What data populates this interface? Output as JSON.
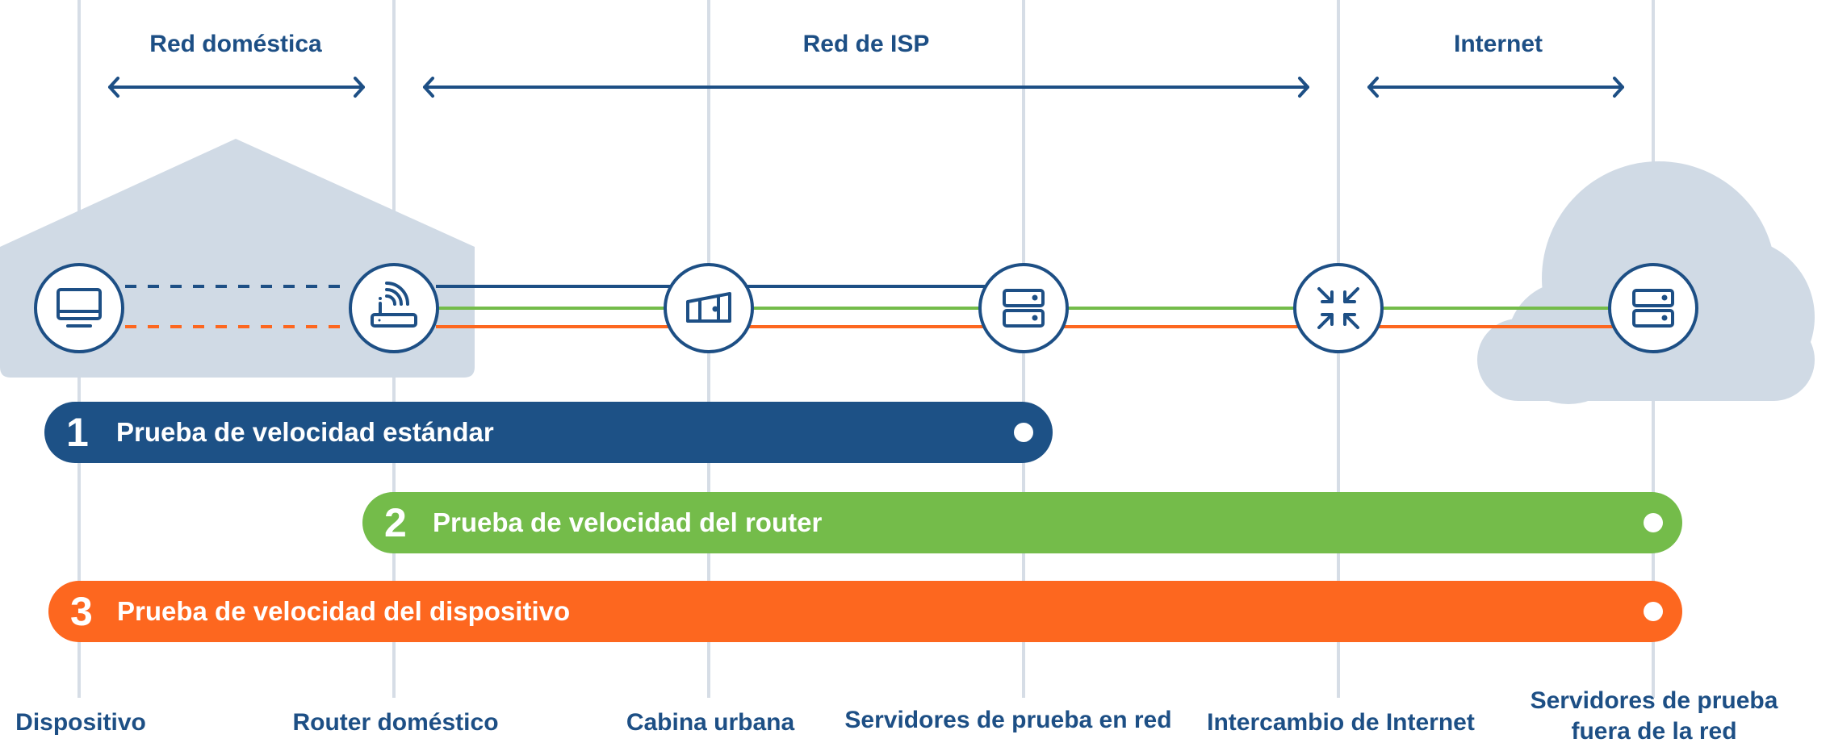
{
  "colors": {
    "navy": "#1d4f85",
    "green": "#74bc4a",
    "orange": "#fd671f",
    "shape_fill": "#d0dae5",
    "guide_line": "#d6dde6"
  },
  "segments": [
    {
      "label": "Red doméstica"
    },
    {
      "label": "Red de ISP"
    },
    {
      "label": "Internet"
    }
  ],
  "nodes": [
    {
      "label": "Dispositivo",
      "icon": "laptop-icon"
    },
    {
      "label": "Router doméstico",
      "icon": "router-icon"
    },
    {
      "label": "Cabina urbana",
      "icon": "street-cabinet-icon"
    },
    {
      "label": "Servidores de prueba en red",
      "icon": "server-icon"
    },
    {
      "label": "Intercambio de Internet",
      "icon": "exchange-arrows-icon"
    },
    {
      "label_line1": "Servidores de prueba",
      "label_line2": "fuera de la red",
      "icon": "server-icon"
    }
  ],
  "tests": [
    {
      "number": "1",
      "label": "Prueba de velocidad estándar"
    },
    {
      "number": "2",
      "label": "Prueba de velocidad del router"
    },
    {
      "number": "3",
      "label": "Prueba de velocidad del dispositivo"
    }
  ]
}
